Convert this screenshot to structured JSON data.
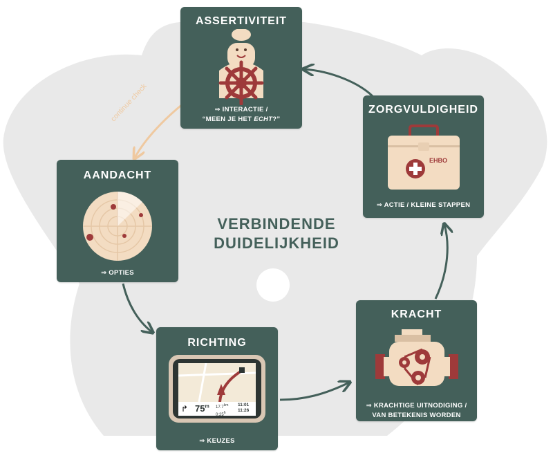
{
  "center_title": {
    "line1": "VERBINDENDE",
    "line2": "DUIDELIJKHEID"
  },
  "side_label": "continue check",
  "cards": {
    "assertiviteit": {
      "title": "ASSERTIVITEIT",
      "line1": "⇒ INTERACTIE /",
      "line2_pre": "“MEEN JE HET ",
      "line2_em": "ECHT",
      "line2_post": "?”"
    },
    "zorgvuldigheid": {
      "title": "ZORGVULDIGHEID",
      "sub": "⇒ ACTIE / KLEINE STAPPEN",
      "kit_label": "EHBO"
    },
    "aandacht": {
      "title": "AANDACHT",
      "sub": "⇒ OPTIES"
    },
    "richting": {
      "title": "RICHTING",
      "sub": "⇒ KEUZES",
      "gps": {
        "distance": "75",
        "distance_unit": "m",
        "trip_dist": "17.7",
        "trip_dist_unit": "km",
        "trip_time": "0:25",
        "trip_time_unit": "h",
        "clock": "11:01",
        "eta": "11:26"
      }
    },
    "kracht": {
      "title": "KRACHT",
      "line1": "⇒ KRACHTIGE UITNODIGING /",
      "line2": "VAN BETEKENIS WORDEN"
    }
  },
  "colors": {
    "card": "#44605a",
    "background_shape": "#e8e8e8",
    "accent_red": "#9e3a3a",
    "cream": "#f3dcc2",
    "peach_arrow": "#efc9a0"
  }
}
